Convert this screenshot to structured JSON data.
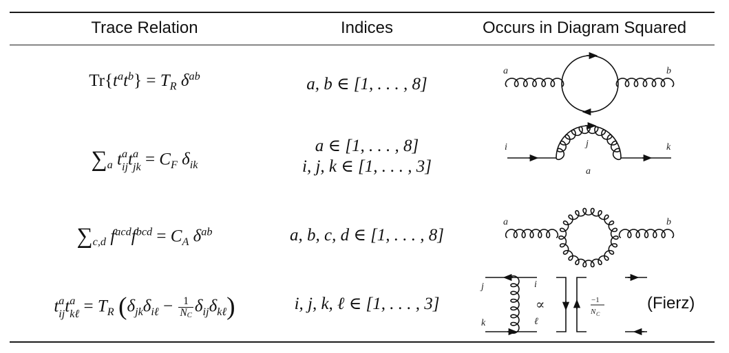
{
  "table": {
    "headers": [
      "Trace Relation",
      "Indices",
      "Occurs in Diagram Squared"
    ],
    "rows": [
      {
        "relation": "Tr{t^a t^b} = T_R δ^{ab}",
        "indices": [
          "a, b ∈ [1, . . . , 8]"
        ],
        "diagram": {
          "type": "gluon self-energy, quark loop",
          "labels": [
            "a",
            "b"
          ]
        }
      },
      {
        "relation": "Σ_a t^a_{ij} t^a_{jk} = C_F δ_{ik}",
        "indices": [
          "a ∈ [1, . . . , 8]",
          "i, j, k ∈ [1, . . . , 3]"
        ],
        "diagram": {
          "type": "quark self-energy, gluon loop",
          "labels": [
            "i",
            "j",
            "a",
            "k"
          ]
        }
      },
      {
        "relation": "Σ_{c,d} f^{acd} f^{bcd} = C_A δ^{ab}",
        "indices": [
          "a, b, c, d ∈ [1, . . . , 8]"
        ],
        "diagram": {
          "type": "gluon self-energy, gluon loop",
          "labels": [
            "a",
            "b"
          ]
        }
      },
      {
        "relation": "t^a_{ij} t^a_{kℓ} = T_R (δ_{jk}δ_{iℓ} − 1/N_C δ_{ij}δ_{kℓ})",
        "indices": [
          "i, j, k, ℓ ∈ [1, . . . , 3]"
        ],
        "diagram": {
          "type": "gluon exchange, Fierz identity",
          "labels": [
            "j",
            "i",
            "k",
            "ℓ"
          ],
          "proportional": "∝",
          "coefficient": "−1/N_C"
        },
        "note": "(Fierz)"
      }
    ]
  },
  "glyphs": {
    "tr": "Tr",
    "lbrace": "{",
    "rbrace": "}",
    "t": "t",
    "a": "a",
    "b": "b",
    "eq": " = ",
    "T": "T",
    "R": "R",
    "delta": "δ",
    "ab": "ab",
    "sum": "∑",
    "ij": "ij",
    "jk": "jk",
    "C": "C",
    "F": "F",
    "ik": "ik",
    "cd": "c,d",
    "f": "f",
    "acd": "acd",
    "bcd": "bcd",
    "A": "A",
    "kl": "kℓ",
    "lparen": "(",
    "rparen": ")",
    "il": "iℓ",
    "minus": " − ",
    "one": "1",
    "N": "N",
    "NC": "C"
  },
  "labels": {
    "r1": {
      "a": "a",
      "b": "b"
    },
    "r2": {
      "i": "i",
      "j": "j",
      "a": "a",
      "k": "k"
    },
    "r3": {
      "a": "a",
      "b": "b"
    },
    "r4": {
      "j": "j",
      "i": "i",
      "k": "k",
      "l": "ℓ",
      "prop": "∝",
      "coef_num": "−1",
      "coef_den": "N",
      "coef_sub": "C"
    }
  }
}
